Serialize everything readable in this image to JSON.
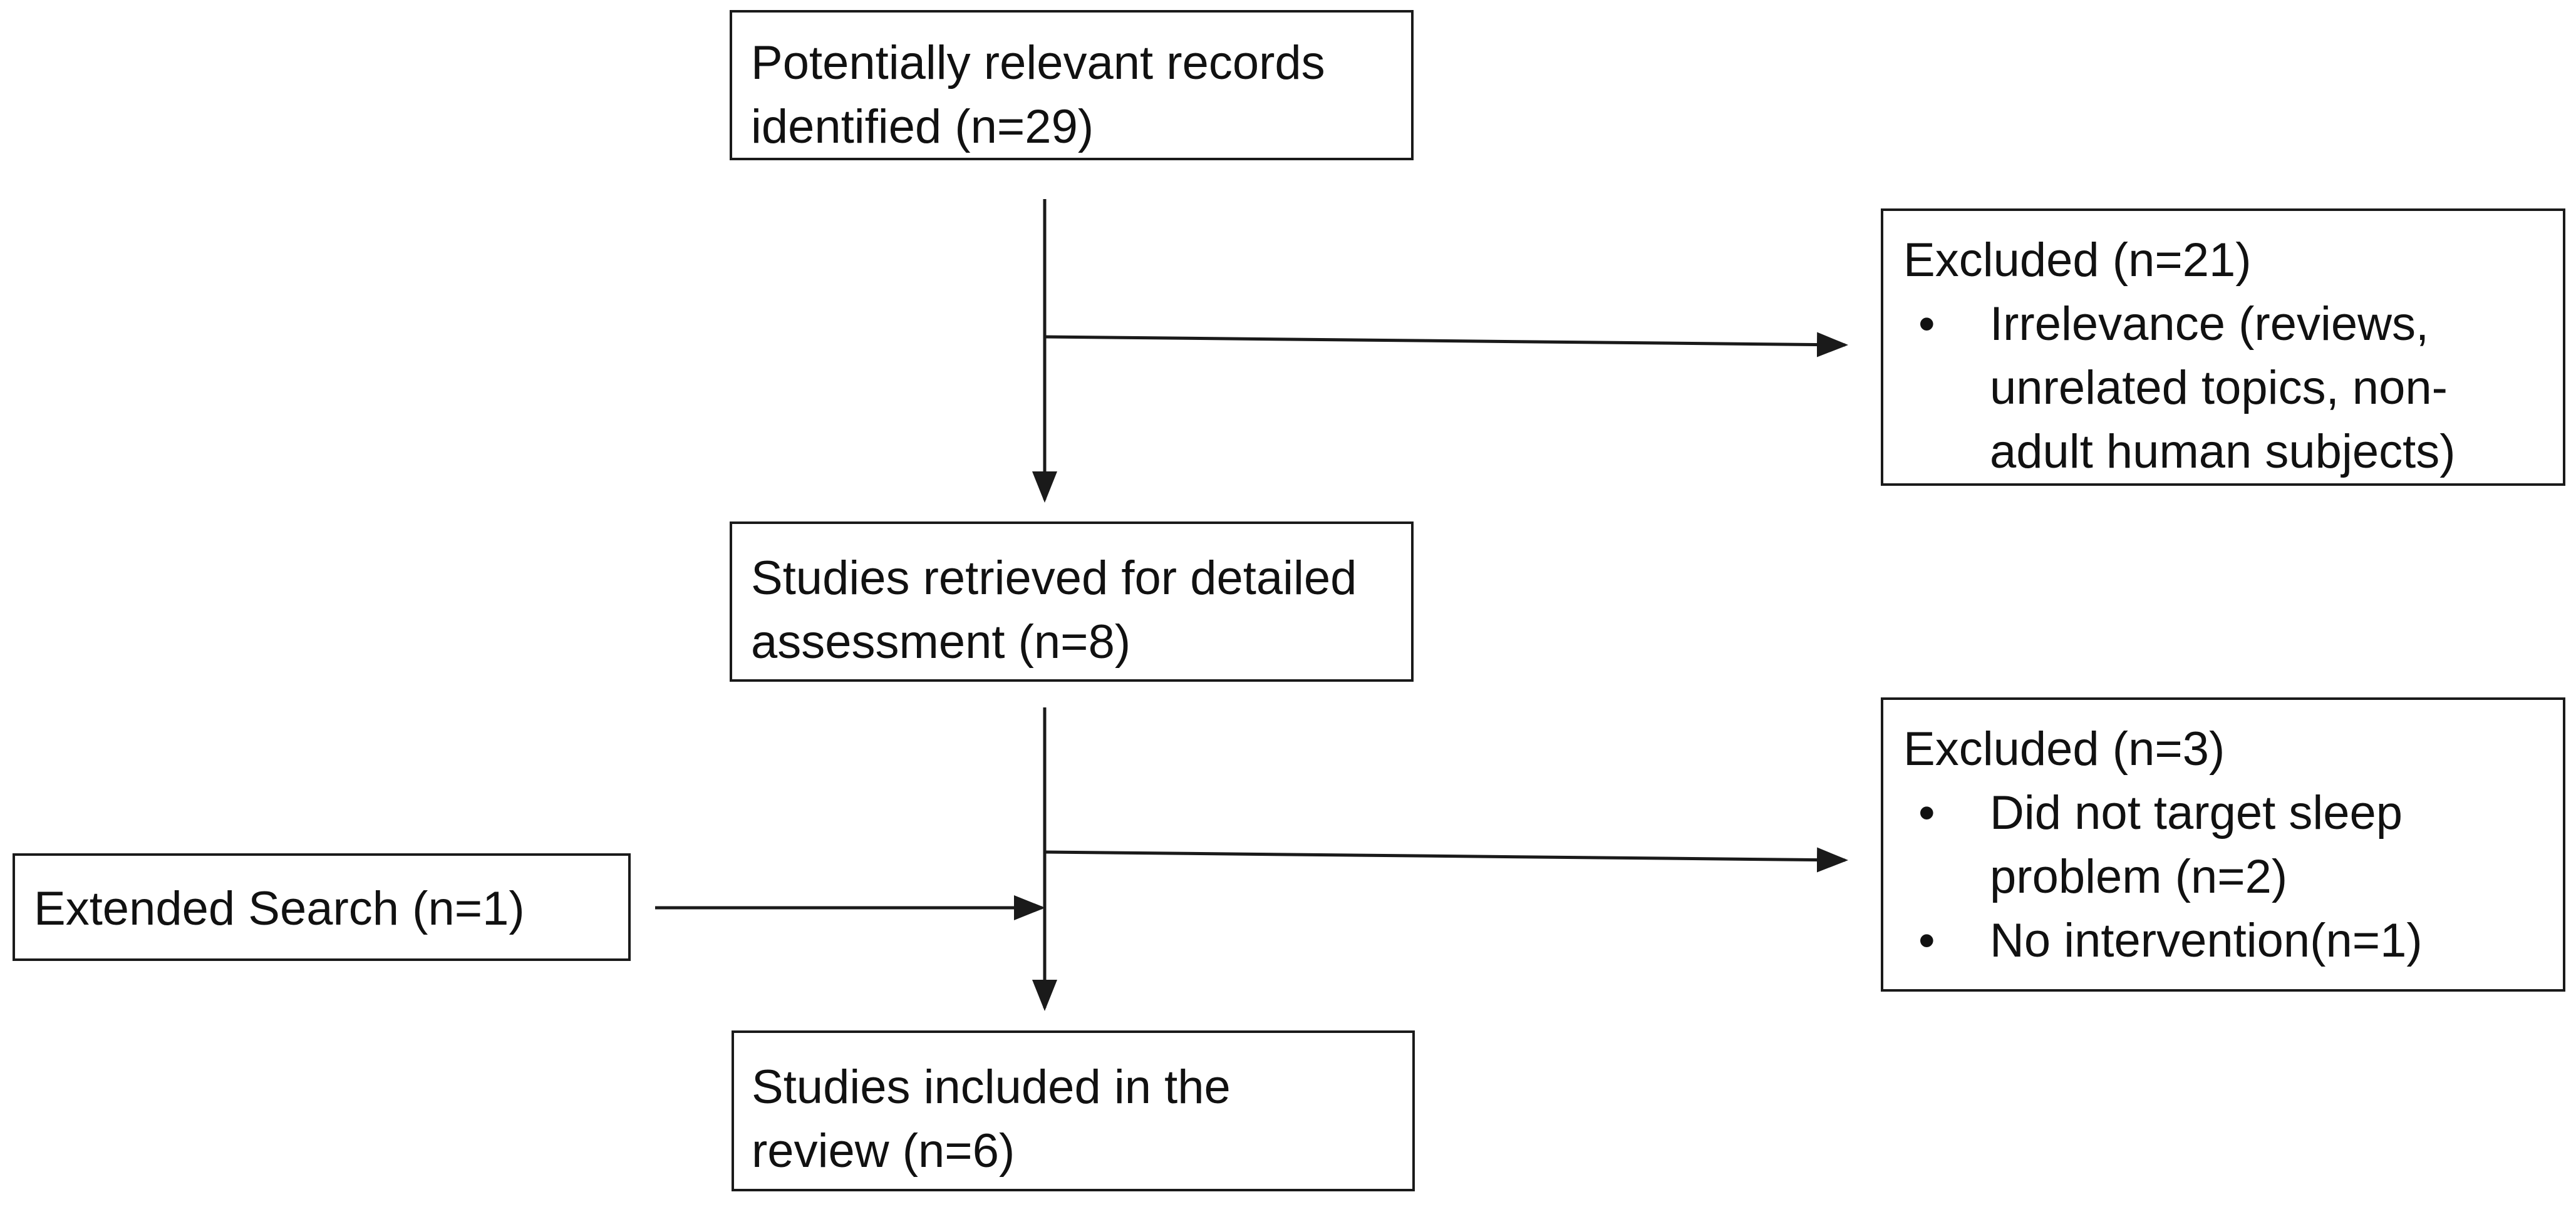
{
  "boxes": {
    "identified": {
      "text_line1": "Potentially relevant records",
      "text_line2": "identified (n=29)"
    },
    "excluded_1": {
      "heading": "Excluded (n=21)",
      "items": [
        {
          "bullet": "•",
          "text_line1": "Irrelevance (reviews,",
          "text_line2": "unrelated topics, non-",
          "text_line3": "adult human subjects)"
        }
      ]
    },
    "retrieved": {
      "text_line1": "Studies retrieved for detailed",
      "text_line2": "assessment (n=8)"
    },
    "excluded_2": {
      "heading": "Excluded (n=3)",
      "items": [
        {
          "bullet": "•",
          "text_line1": "Did not target sleep",
          "text_line2": "problem (n=2)"
        },
        {
          "bullet": "•",
          "text_line1": "No intervention(n=1)"
        }
      ]
    },
    "extended_search": {
      "text_line1": "Extended Search (n=1)"
    },
    "included": {
      "text_line1": "Studies included in the",
      "text_line2": "review (n=6)"
    }
  },
  "colors": {
    "stroke": "#1a1a1a",
    "background": "#ffffff",
    "text": "#111111"
  }
}
